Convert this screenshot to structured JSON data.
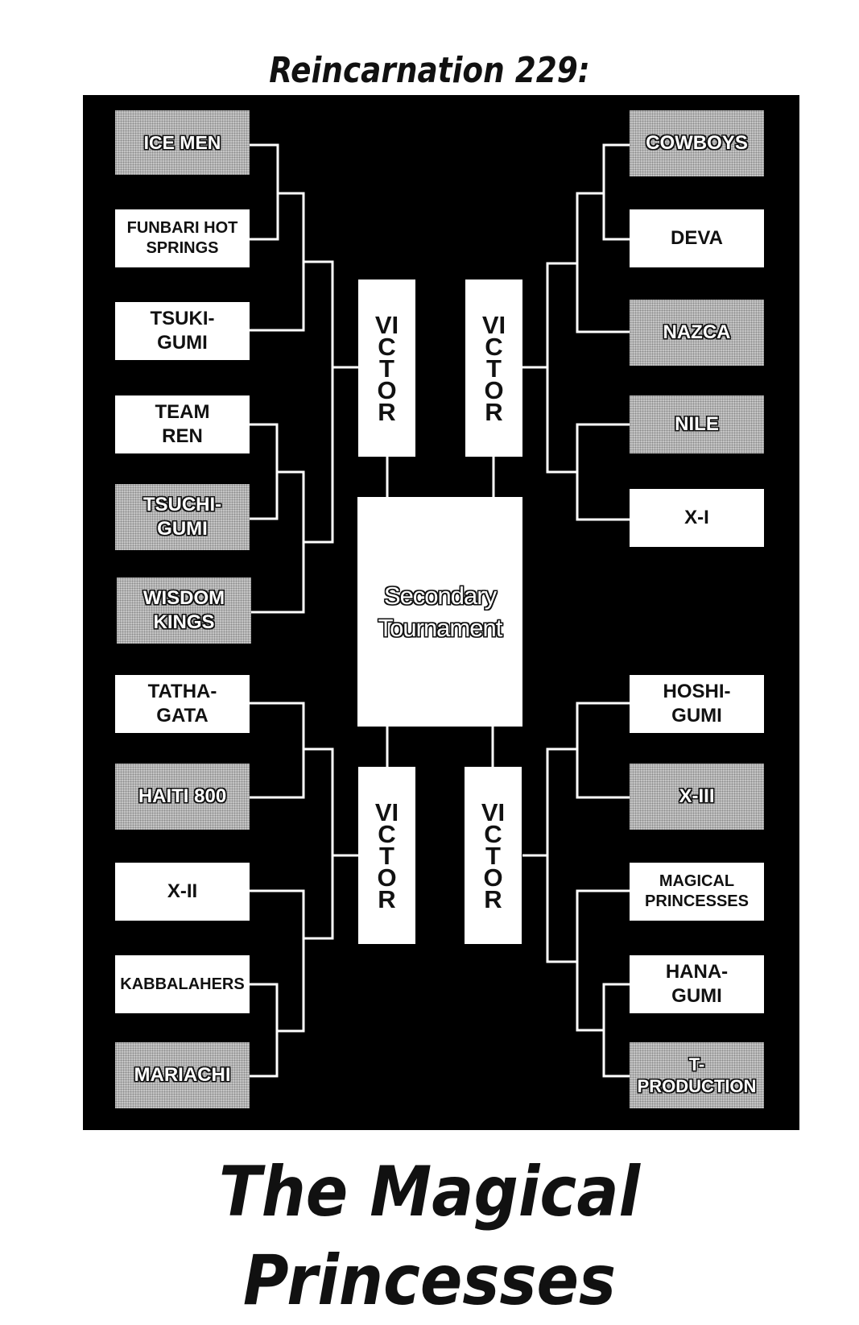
{
  "heading": "Reincarnation 229:",
  "title": "The Magical Princesses",
  "center": {
    "label": "Secondary\nTournament"
  },
  "victor_label": "VICTOR",
  "left_teams": [
    {
      "name": "ICE MEN",
      "shade": "gray"
    },
    {
      "name": "FUNBARI HOT\nSPRINGS",
      "shade": "white"
    },
    {
      "name": "TSUKI-\nGUMI",
      "shade": "white"
    },
    {
      "name": "TEAM\nREN",
      "shade": "white"
    },
    {
      "name": "TSUCHI-\nGUMI",
      "shade": "gray"
    },
    {
      "name": "WISDOM\nKINGS",
      "shade": "gray"
    },
    {
      "name": "TATHA-\nGATA",
      "shade": "white"
    },
    {
      "name": "HAITI 800",
      "shade": "gray"
    },
    {
      "name": "X-II",
      "shade": "white"
    },
    {
      "name": "KABBALAHERS",
      "shade": "white"
    },
    {
      "name": "MARIACHI",
      "shade": "gray"
    }
  ],
  "right_teams": [
    {
      "name": "COWBOYS",
      "shade": "gray"
    },
    {
      "name": "DEVA",
      "shade": "white"
    },
    {
      "name": "NAZCA",
      "shade": "gray"
    },
    {
      "name": "NILE",
      "shade": "gray"
    },
    {
      "name": "X-I",
      "shade": "white"
    },
    {
      "name": "HOSHI-\nGUMI",
      "shade": "white"
    },
    {
      "name": "X-III",
      "shade": "gray"
    },
    {
      "name": "MAGICAL\nPRINCESSES",
      "shade": "white"
    },
    {
      "name": "HANA-\nGUMI",
      "shade": "white"
    },
    {
      "name": "T-\nPRODUCTION",
      "shade": "gray"
    }
  ],
  "colors": {
    "board": "#000000",
    "box": "#ffffff",
    "shaded_box": "#c4c4c4",
    "wire": "#ffffff"
  }
}
